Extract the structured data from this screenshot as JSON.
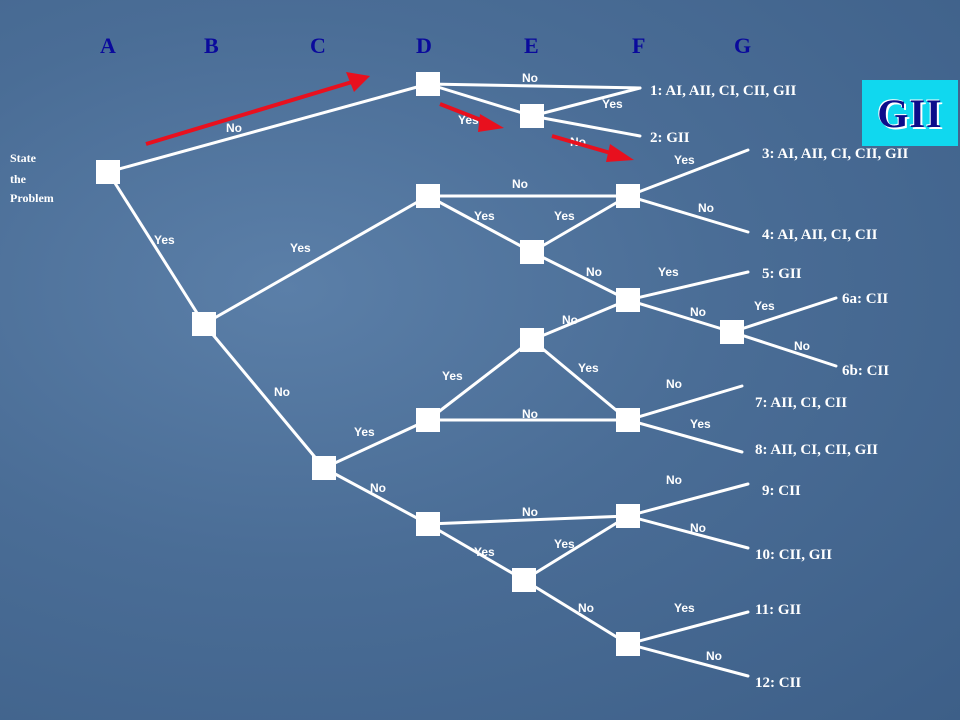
{
  "columns": [
    "A",
    "B",
    "C",
    "D",
    "E",
    "F",
    "G"
  ],
  "start_label": [
    "State",
    "the",
    "Problem"
  ],
  "badge": "GII",
  "edge_labels": {
    "e1": "No",
    "e2": "Yes",
    "e3": "Yes",
    "e4": "No",
    "e5": "No",
    "e6": "Yes",
    "e7": "No",
    "e8": "Yes",
    "e9": "Yes",
    "e10": "No",
    "e11": "Yes",
    "e12": "No",
    "e13": "No",
    "e14": "Yes",
    "e15": "No",
    "e16": "Yes",
    "e17": "No",
    "e18": "Yes",
    "e19": "No",
    "e20": "Yes",
    "e21": "No",
    "e22": "Yes",
    "e23": "No",
    "e24": "Yes",
    "e25": "Yes",
    "e26": "No",
    "e27": "No",
    "e28": "Yes",
    "e29": "No",
    "e30": "Yes",
    "e31": "No",
    "e32": "Yes"
  },
  "outcomes": {
    "o1": "1: AI, AII, CI, CII, GII",
    "o2": "2:  GII",
    "o3": "3: AI, AII, CI, CII, GII",
    "o4": "4: AI, AII, CI, CII",
    "o5": "5: GII",
    "o6a": "6a: CII",
    "o6b": "6b:  CII",
    "o7": "7: AII, CI, CII",
    "o8": "8: AII, CI, CII, GII",
    "o9": "9: CII",
    "o10": "10: CII, GII",
    "o11": "11: GII",
    "o12": "12: CII"
  }
}
